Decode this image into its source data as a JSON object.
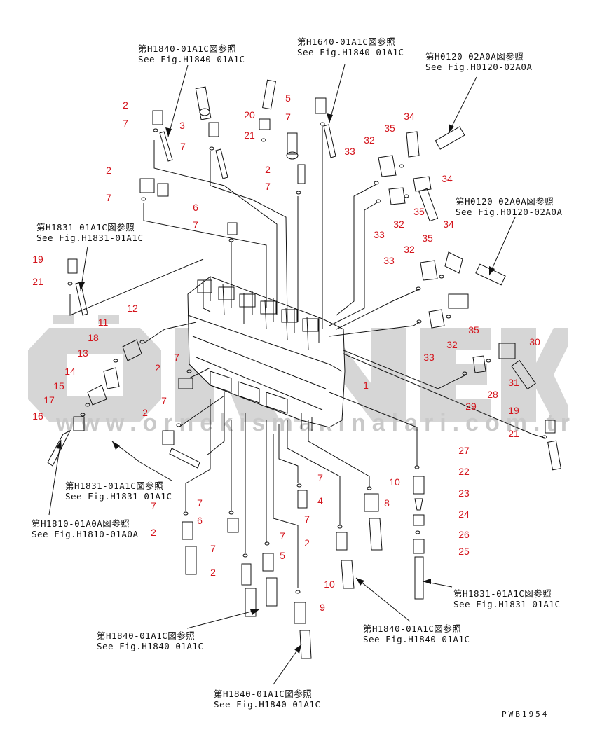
{
  "watermark": {
    "logo_text": "ÖRNEK",
    "url_text": "www.ornekismakinalari.com.tr",
    "color": "#c9c9c9"
  },
  "drawing_code": "PWB1954",
  "callout_color": "#d4141c",
  "refs": [
    {
      "jp": "第H1840-01A1C図参照",
      "en": "See Fig.H1840-01A1C"
    },
    {
      "jp": "第H1640-01A1C図参照",
      "en": "See Fig.H1840-01A1C"
    },
    {
      "jp": "第H0120-02A0A図参照",
      "en": "See Fig.H0120-02A0A"
    },
    {
      "jp": "第H0120-02A0A図参照",
      "en": "See Fig.H0120-02A0A"
    },
    {
      "jp": "第H1831-01A1C図参照",
      "en": "See Fig.H1831-01A1C"
    },
    {
      "jp": "第H1831-01A1C図参照",
      "en": "See Fig.H1831-01A1C"
    },
    {
      "jp": "第H1810-01A0A図参照",
      "en": "See Fig.H1810-01A0A"
    },
    {
      "jp": "第H1831-01A1C図参照",
      "en": "See Fig.H1831-01A1C"
    },
    {
      "jp": "第H1840-01A1C図参照",
      "en": "See Fig.H1840-01A1C"
    },
    {
      "jp": "第H1840-01A1C図参照",
      "en": "See Fig.H1840-01A1C"
    },
    {
      "jp": "第H1840-01A1C図参照",
      "en": "See Fig.H1840-01A1C"
    }
  ],
  "callouts": [
    "2",
    "7",
    "3",
    "7",
    "20",
    "21",
    "5",
    "7",
    "33",
    "32",
    "35",
    "34",
    "2",
    "7",
    "2",
    "7",
    "33",
    "32",
    "35",
    "34",
    "6",
    "7",
    "19",
    "21",
    "12",
    "11",
    "18",
    "13",
    "14",
    "15",
    "17",
    "16",
    "33",
    "32",
    "35",
    "34",
    "35",
    "32",
    "33",
    "30",
    "31",
    "28",
    "29",
    "1",
    "2",
    "7",
    "7",
    "2",
    "19",
    "21",
    "27",
    "22",
    "23",
    "24",
    "26",
    "25",
    "7",
    "4",
    "10",
    "8",
    "7",
    "7",
    "6",
    "2",
    "7",
    "2",
    "7",
    "5",
    "2",
    "7",
    "10",
    "9"
  ]
}
